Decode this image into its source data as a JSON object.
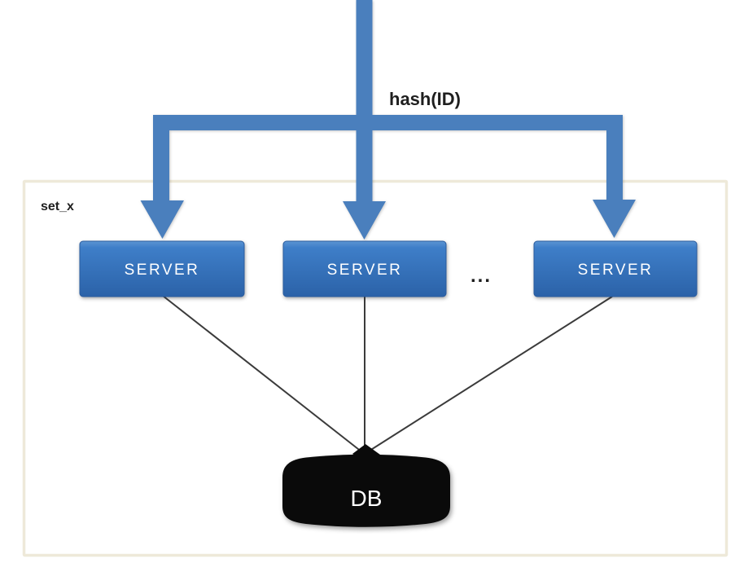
{
  "diagram": {
    "hash_label": "hash(ID)",
    "set_label": "set_x",
    "servers": [
      {
        "label": "SERVER"
      },
      {
        "label": "SERVER"
      },
      {
        "label": "SERVER"
      }
    ],
    "ellipsis": "...",
    "db_label": "DB"
  },
  "colors": {
    "page_background": "#ffffff",
    "arrow_blue": "#4a7fbd",
    "server_gradient_top": "#5c95d3",
    "server_gradient_mid": "#3e7ec8",
    "server_gradient_bottom": "#2b62a8",
    "server_border": "#2a5c9f",
    "server_text": "#ffffff",
    "box_background": "#ffffff",
    "box_border": "#eee9d9",
    "connector_line": "#3b3b3b",
    "db_fill": "#0a0a0a",
    "db_text": "#ffffff",
    "label_text": "#1f1f1f"
  }
}
